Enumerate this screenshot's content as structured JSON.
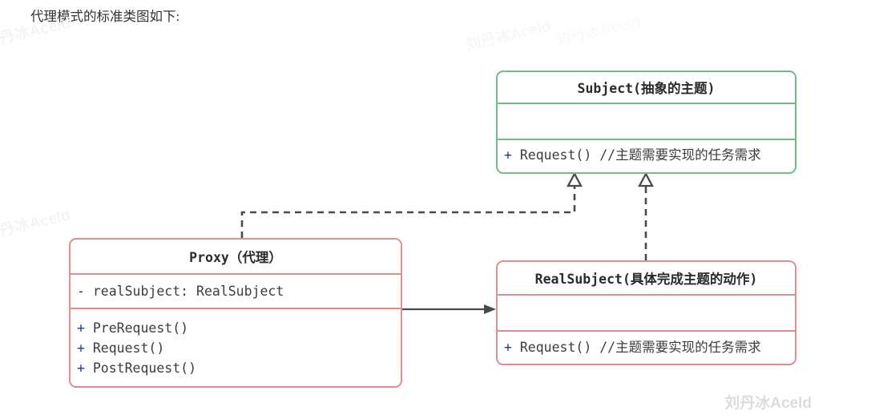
{
  "heading": "代理模式的标准类图如下:",
  "watermarks": {
    "main": "刘丹冰Aceld",
    "top": "刘丹冰Aceld",
    "left_1": "刘丹冰Aceld",
    "left_2": "刘丹冰Aceld",
    "right_1": "刘丹冰Aceld"
  },
  "colors": {
    "subject_border": "#6fbd84",
    "proxy_border": "#e08d8e",
    "realsubject_border": "#e08d8e",
    "connector": "#4a4a4a",
    "visibility_marker": "#1f3a93",
    "watermark": "#dcdcdc"
  },
  "diagram": {
    "type": "uml-class-diagram",
    "classes": [
      {
        "id": "subject",
        "title": "Subject(抽象的主题)",
        "attributes": [],
        "methods": [
          {
            "visibility": "+",
            "signature": "Request() //主题需要实现的任务需求"
          }
        ]
      },
      {
        "id": "proxy",
        "title": "Proxy（代理）",
        "attributes": [
          {
            "visibility": "-",
            "signature": "realSubject: RealSubject"
          }
        ],
        "methods": [
          {
            "visibility": "+",
            "signature": "PreRequest()"
          },
          {
            "visibility": "+",
            "signature": "Request()"
          },
          {
            "visibility": "+",
            "signature": "PostRequest()"
          }
        ]
      },
      {
        "id": "realsubject",
        "title": "RealSubject(具体完成主题的动作)",
        "attributes": [],
        "methods": [
          {
            "visibility": "+",
            "signature": "Request() //主题需要实现的任务需求"
          }
        ]
      }
    ],
    "relations": [
      {
        "from": "proxy",
        "to": "subject",
        "kind": "realization",
        "line": "dashed",
        "arrow": "hollow-triangle"
      },
      {
        "from": "realsubject",
        "to": "subject",
        "kind": "realization",
        "line": "dashed",
        "arrow": "hollow-triangle"
      },
      {
        "from": "proxy",
        "to": "realsubject",
        "kind": "association",
        "line": "solid",
        "arrow": "filled-arrow"
      }
    ]
  }
}
